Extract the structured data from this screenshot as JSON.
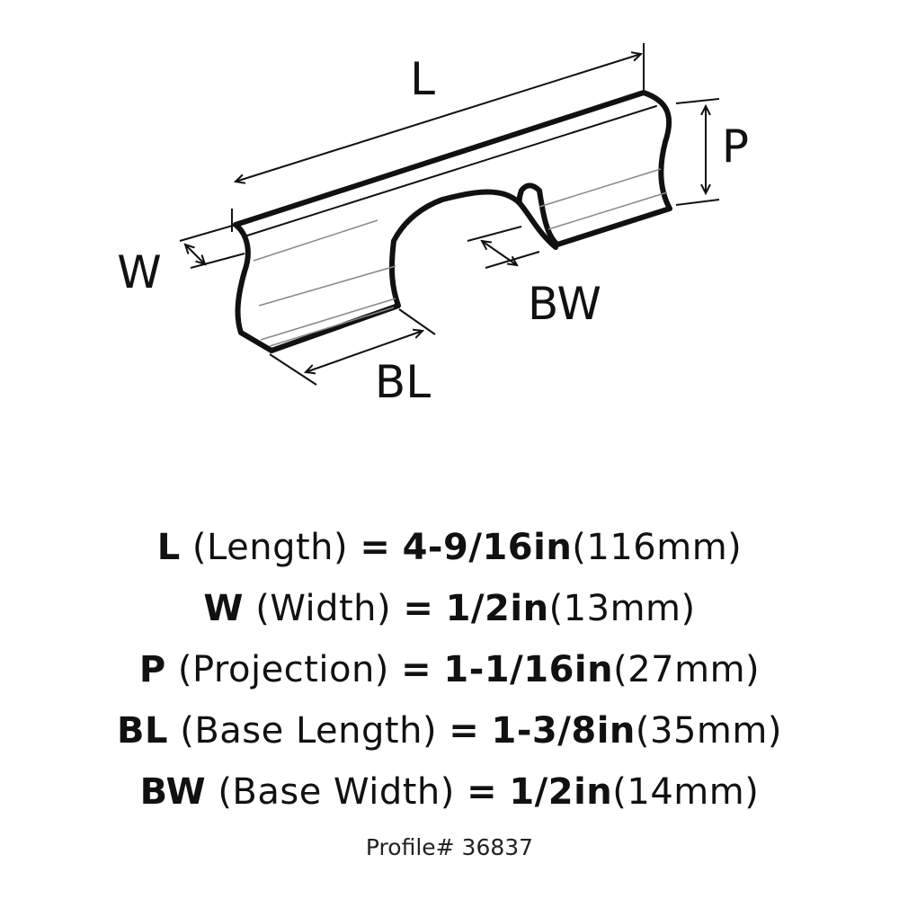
{
  "diagram": {
    "labels": {
      "length": "L",
      "projection": "P",
      "width": "W",
      "base_width": "BW",
      "base_length": "BL"
    }
  },
  "specs": [
    {
      "code": "L",
      "desc": "(Length)",
      "eq": "=",
      "imperial": "4-9/16in",
      "metric": "(116mm)"
    },
    {
      "code": "W",
      "desc": "(Width)",
      "eq": "=",
      "imperial": "1/2in",
      "metric": "(13mm)"
    },
    {
      "code": "P",
      "desc": "(Projection)",
      "eq": "=",
      "imperial": "1-1/16in",
      "metric": "(27mm)"
    },
    {
      "code": "BL",
      "desc": "(Base Length)",
      "eq": "=",
      "imperial": "1-3/8in",
      "metric": "(35mm)"
    },
    {
      "code": "BW",
      "desc": "(Base Width)",
      "eq": "=",
      "imperial": "1/2in",
      "metric": "(14mm)"
    }
  ],
  "profile": "Profile# 36837",
  "colors": {
    "ink": "#111111",
    "background": "#ffffff"
  }
}
